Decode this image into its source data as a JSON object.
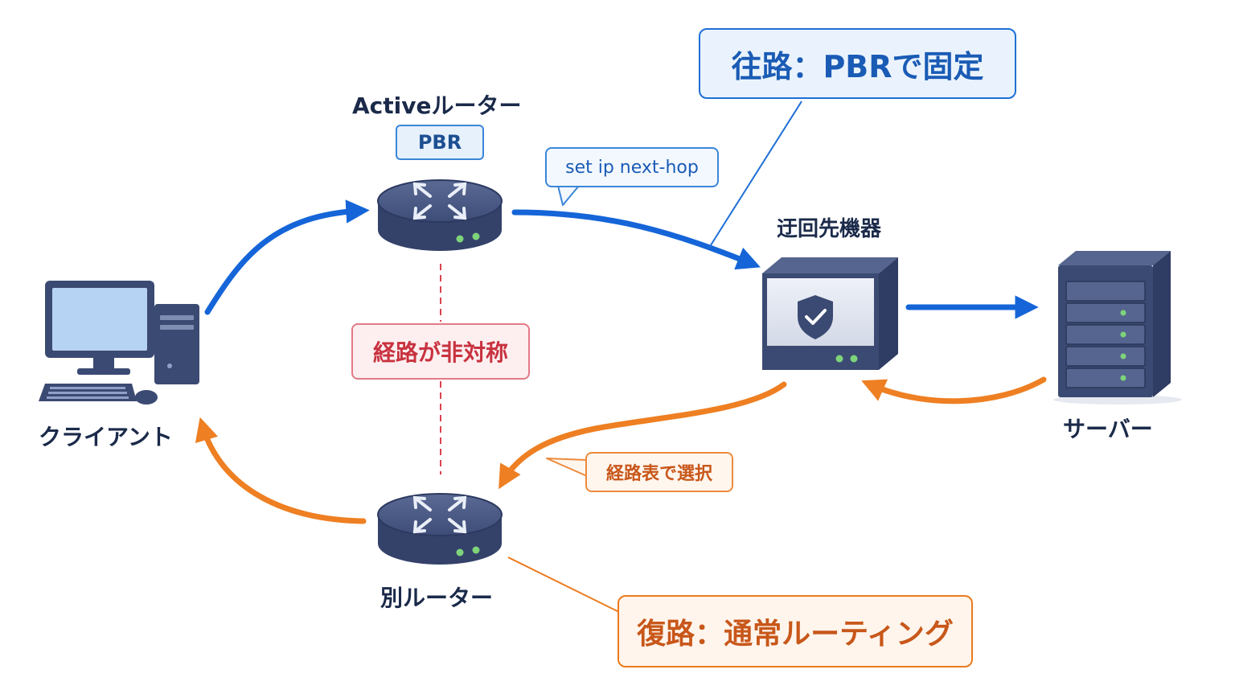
{
  "nodes": {
    "client": "クライアント",
    "active_router": "Activeルーター",
    "pbr_tag": "PBR",
    "detour_device": "迂回先機器",
    "server": "サーバー",
    "other_router": "別ルーター"
  },
  "callouts": {
    "forward_path": "往路：PBRで固定",
    "return_path": "復路：通常ルーティング",
    "asymmetric": "経路が非対称",
    "next_hop": "set ip next-hop",
    "route_table": "経路表で選択"
  },
  "colors": {
    "forward": "#1565d8",
    "return": "#ee7f22",
    "asymmetric": "#d9434f",
    "device": "#3b4a72"
  }
}
